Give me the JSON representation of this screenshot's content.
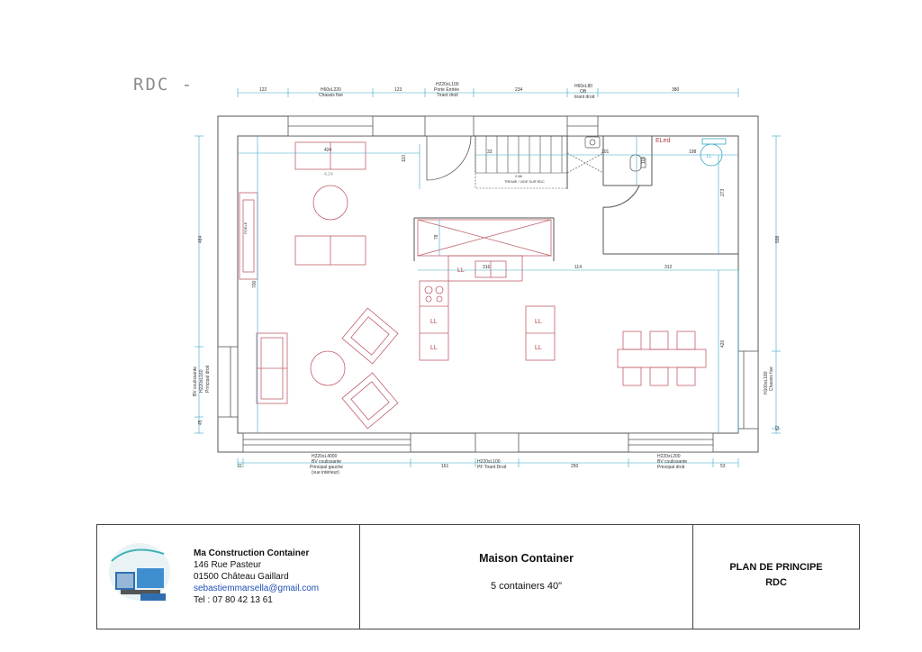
{
  "drawing": {
    "level_label": "RDC -",
    "dims": {
      "top_122": "122",
      "top_123": "123",
      "top_234": "234",
      "top_380": "380",
      "bottom_11": "11",
      "bottom_161": "161",
      "bottom_250": "250",
      "bottom_53": "53",
      "left_484": "484",
      "left_45": "45",
      "right_598": "598",
      "right_62": "62",
      "int_424": "424",
      "int_424b": "4.24",
      "int_110": "110",
      "int_33": "33",
      "int_201": "201",
      "int_113": "113",
      "int_198": "198",
      "int_273": "273",
      "int_78": "78",
      "int_316": "316",
      "int_114": "114",
      "int_312": "312",
      "int_700": "700",
      "int_420": "420",
      "int_288": "2.88"
    },
    "openings": {
      "top_window_1": [
        "H60xL220",
        "Chassis fixe"
      ],
      "top_door": [
        "H220xL100",
        "Porte Entrée",
        "Tirant droit"
      ],
      "top_window_2": [
        "H60xL80",
        "OB",
        "tirant droit"
      ],
      "bottom_left": [
        "H220xL4000",
        "BV coulissante",
        "Principal gauche",
        "(vue intérieur)"
      ],
      "bottom_mid": [
        "H220xL100",
        "PF Tirant Droit"
      ],
      "bottom_right": [
        "H220xL200",
        "BV coulissante",
        "Principal droit"
      ],
      "left_side": [
        "BV coulissante",
        "H220xL160",
        "Principal droit"
      ],
      "right_side": [
        "H100xL180",
        "Chassis fixe"
      ]
    },
    "room_labels": {
      "eled": "ELed",
      "stair_note": "TREMIE / VIDE SUR RDC",
      "poele": "POELE",
      "ll1": "LL",
      "ll2": "LL",
      "ll3": "LL",
      "ll4": "LL",
      "ll5": "LL",
      "ll6": "LL"
    }
  },
  "titleblock": {
    "company": {
      "name": "Ma Construction Container",
      "street": "146 Rue Pasteur",
      "city": "01500 Château Gaillard",
      "email": "sebastiemmarsella@gmail.com",
      "phone": "Tel : 07 80 42 13 61"
    },
    "project": {
      "title": "Maison Container",
      "subtitle": "5 containers 40\""
    },
    "plan": {
      "line1": "PLAN DE PRINCIPE",
      "line2": "RDC"
    }
  },
  "colors": {
    "wall": "#555555",
    "dimension": "#36a7c4",
    "furniture": "#c0606a",
    "logo_blue": "#2f6fb0",
    "logo_teal": "#3fb3b5"
  }
}
